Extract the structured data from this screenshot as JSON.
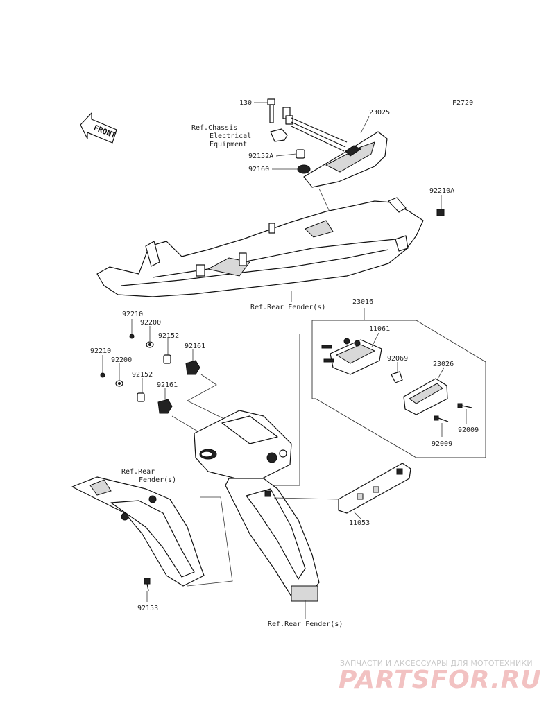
{
  "diagram_code": "F2720",
  "front_label": "FRONT",
  "labels": {
    "p130": "130",
    "p23025": "23025",
    "ref_chassis_1": "Ref.Chassis",
    "ref_chassis_2": "Electrical",
    "ref_chassis_3": "Equipment",
    "p92152A": "92152A",
    "p92160": "92160",
    "p92210A": "92210A",
    "ref_rear_fender_top": "Ref.Rear Fender(s)",
    "p23016": "23016",
    "p92210_a": "92210",
    "p92200_a": "92200",
    "p92152_a": "92152",
    "p92161_a": "92161",
    "p92210_b": "92210",
    "p92200_b": "92200",
    "p92152_b": "92152",
    "p92161_b": "92161",
    "p11061": "11061",
    "p92069": "92069",
    "p23026": "23026",
    "p92009_a": "92009",
    "p92009_b": "92009",
    "ref_rear_left_1": "Ref.Rear",
    "ref_rear_left_2": "Fender(s)",
    "p11053": "11053",
    "p92153": "92153",
    "ref_rear_fender_bottom": "Ref.Rear Fender(s)"
  },
  "watermark": {
    "tagline": "ЗАПЧАСТИ И АКСЕССУАРЫ ДЛЯ МОТОТЕХНИКИ",
    "brand": "PARTSFOR.RU"
  }
}
